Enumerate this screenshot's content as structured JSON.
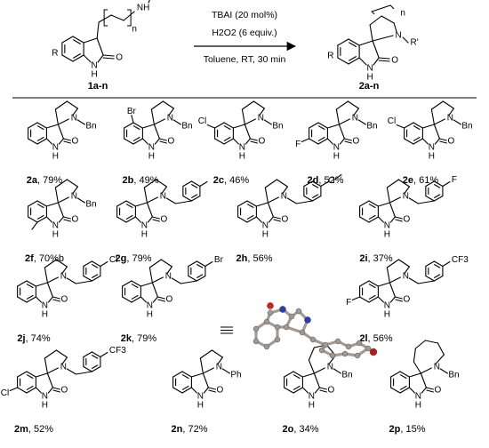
{
  "scheme": {
    "conditions": [
      "TBAI (20 mol%)",
      "H2O2 (6 equiv.)",
      "Toluene, RT, 30 min"
    ],
    "reactant_label": "1a-n",
    "product_label": "2a-n",
    "atoms": {
      "R": "R",
      "R_prime": "R'",
      "NH": "NH",
      "N": "N",
      "n": "n",
      "O": "O",
      "H": "H"
    }
  },
  "compounds": [
    {
      "id": "2a",
      "yield": "79%",
      "N_sub": "Bn",
      "ring": 5
    },
    {
      "id": "2b",
      "yield": "49%",
      "N_sub": "Bn",
      "ring": 5,
      "aryl": "Br"
    },
    {
      "id": "2c",
      "yield": "46%",
      "N_sub": "Bn",
      "ring": 5,
      "aryl": "Cl"
    },
    {
      "id": "2d",
      "yield": "52%",
      "N_sub": "Bn",
      "ring": 5,
      "aryl": "F"
    },
    {
      "id": "2e",
      "yield": "61%",
      "N_sub": "Bn",
      "ring": 5,
      "aryl": "Cl"
    },
    {
      "id": "2f",
      "yield": "70%b",
      "N_sub": "Bn",
      "ring": 5
    },
    {
      "id": "2g",
      "yield": "79%",
      "ring": 5
    },
    {
      "id": "2h",
      "yield": "56%",
      "ring": 5
    },
    {
      "id": "2i",
      "yield": "37%",
      "ring": 5,
      "benzyl": "F"
    },
    {
      "id": "2j",
      "yield": "74%",
      "ring": 5,
      "benzyl": "Cl"
    },
    {
      "id": "2k",
      "yield": "79%",
      "ring": 5,
      "benzyl": "Br"
    },
    {
      "id": "2l",
      "yield": "56%",
      "ring": 5,
      "benzyl": "CF3",
      "aryl": "F"
    },
    {
      "id": "2m",
      "yield": "52%",
      "ring": 5,
      "benzyl": "CF3",
      "aryl": "Cl"
    },
    {
      "id": "2n",
      "yield": "72%",
      "N_sub": "Ph",
      "ring": 5
    },
    {
      "id": "2o",
      "yield": "34%",
      "N_sub": "Bn",
      "ring": 6
    },
    {
      "id": "2p",
      "yield": "15%",
      "N_sub": "Bn",
      "ring": 7
    }
  ]
}
